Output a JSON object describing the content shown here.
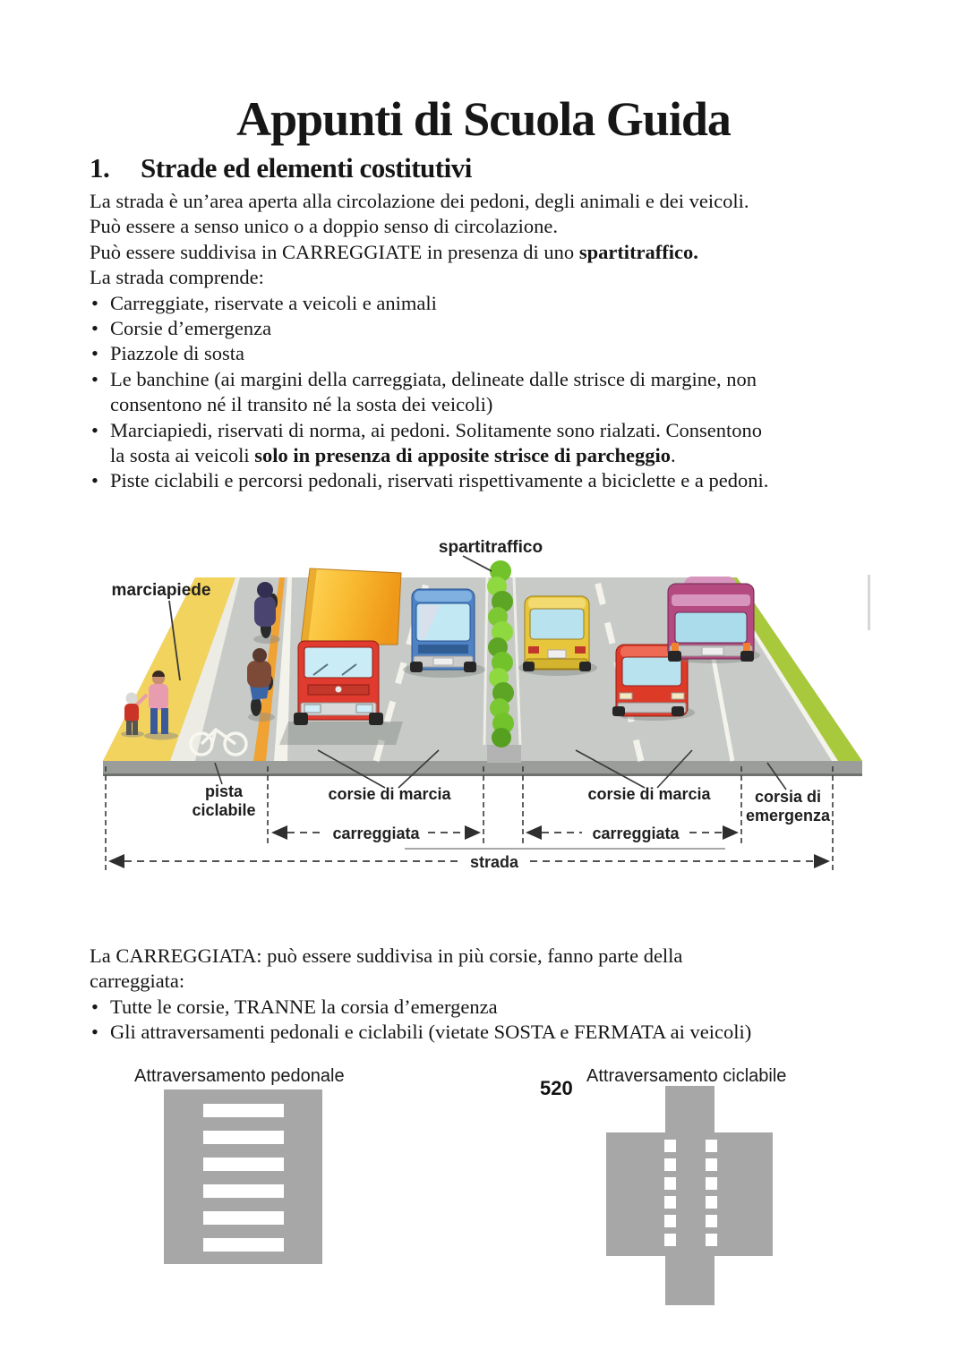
{
  "doc": {
    "title": "Appunti di Scuola Guida",
    "heading_number": "1.",
    "heading_text": "Strade ed elementi costitutivi"
  },
  "glyphs": {
    "bullet": "•"
  },
  "intro": {
    "l1": "La strada è un’area aperta alla circolazione dei pedoni, degli animali e dei veicoli.",
    "l2": "Può essere a senso unico o a doppio senso di circolazione.",
    "l3_pre": "Può essere suddivisa in CARREGGIATE in presenza di uno ",
    "l3_bold": "spartitraffico.",
    "l4": "La strada comprende:"
  },
  "bullets1": {
    "b1": "Carreggiate, riservate a veicoli e animali",
    "b2": "Corsie d’emergenza",
    "b3": "Piazzole di sosta",
    "b4_l1": "Le banchine (ai margini della carreggiata, delineate dalle strisce di margine, non",
    "b4_l2": "consentono né il transito né la sosta dei veicoli)",
    "b5_l1": "Marciapiedi, riservati di norma, ai pedoni. Solitamente sono rialzati. Consentono",
    "b5_l2_pre": "la sosta ai veicoli ",
    "b5_l2_bold": "solo in presenza di apposite strisce di parcheggio",
    "b5_l2_post": ".",
    "b6": "Piste ciclabili e percorsi pedonali, riservati rispettivamente a biciclette e a pedoni."
  },
  "carreggiata_section": {
    "l1": "La CARREGGIATA: può essere suddivisa in più corsie, fanno parte della",
    "l2": "carreggiata:",
    "b1": "Tutte le corsie, TRANNE la corsia d’emergenza",
    "b2": "Gli attraversamenti pedonali e ciclabili (vietate SOSTA e FERMATA ai veicoli)"
  },
  "illustration": {
    "labels": {
      "spartitraffico": "spartitraffico",
      "marciapiede": "marciapiede",
      "pista_l1": "pista",
      "pista_l2": "ciclabile",
      "corsie_left": "corsie di marcia",
      "corsie_right": "corsie di marcia",
      "emergenza_l1": "corsia di",
      "emergenza_l2": "emergenza",
      "carreggiata_left": "carreggiata",
      "carreggiata_right": "carreggiata",
      "strada": "strada"
    },
    "colors": {
      "road_gray": "#c7cac6",
      "sidewalk_yellow": "#f2d35e",
      "divider_orange": "#f0a233",
      "median_green": "#72c22c",
      "verge_green": "#a9c93d"
    }
  },
  "footer": {
    "pedestrian_label": "Attraversamento pedonale",
    "page_number": "520",
    "bicycle_label": "Attraversamento ciclabile",
    "crossing_gray": "#a7a7a7"
  }
}
